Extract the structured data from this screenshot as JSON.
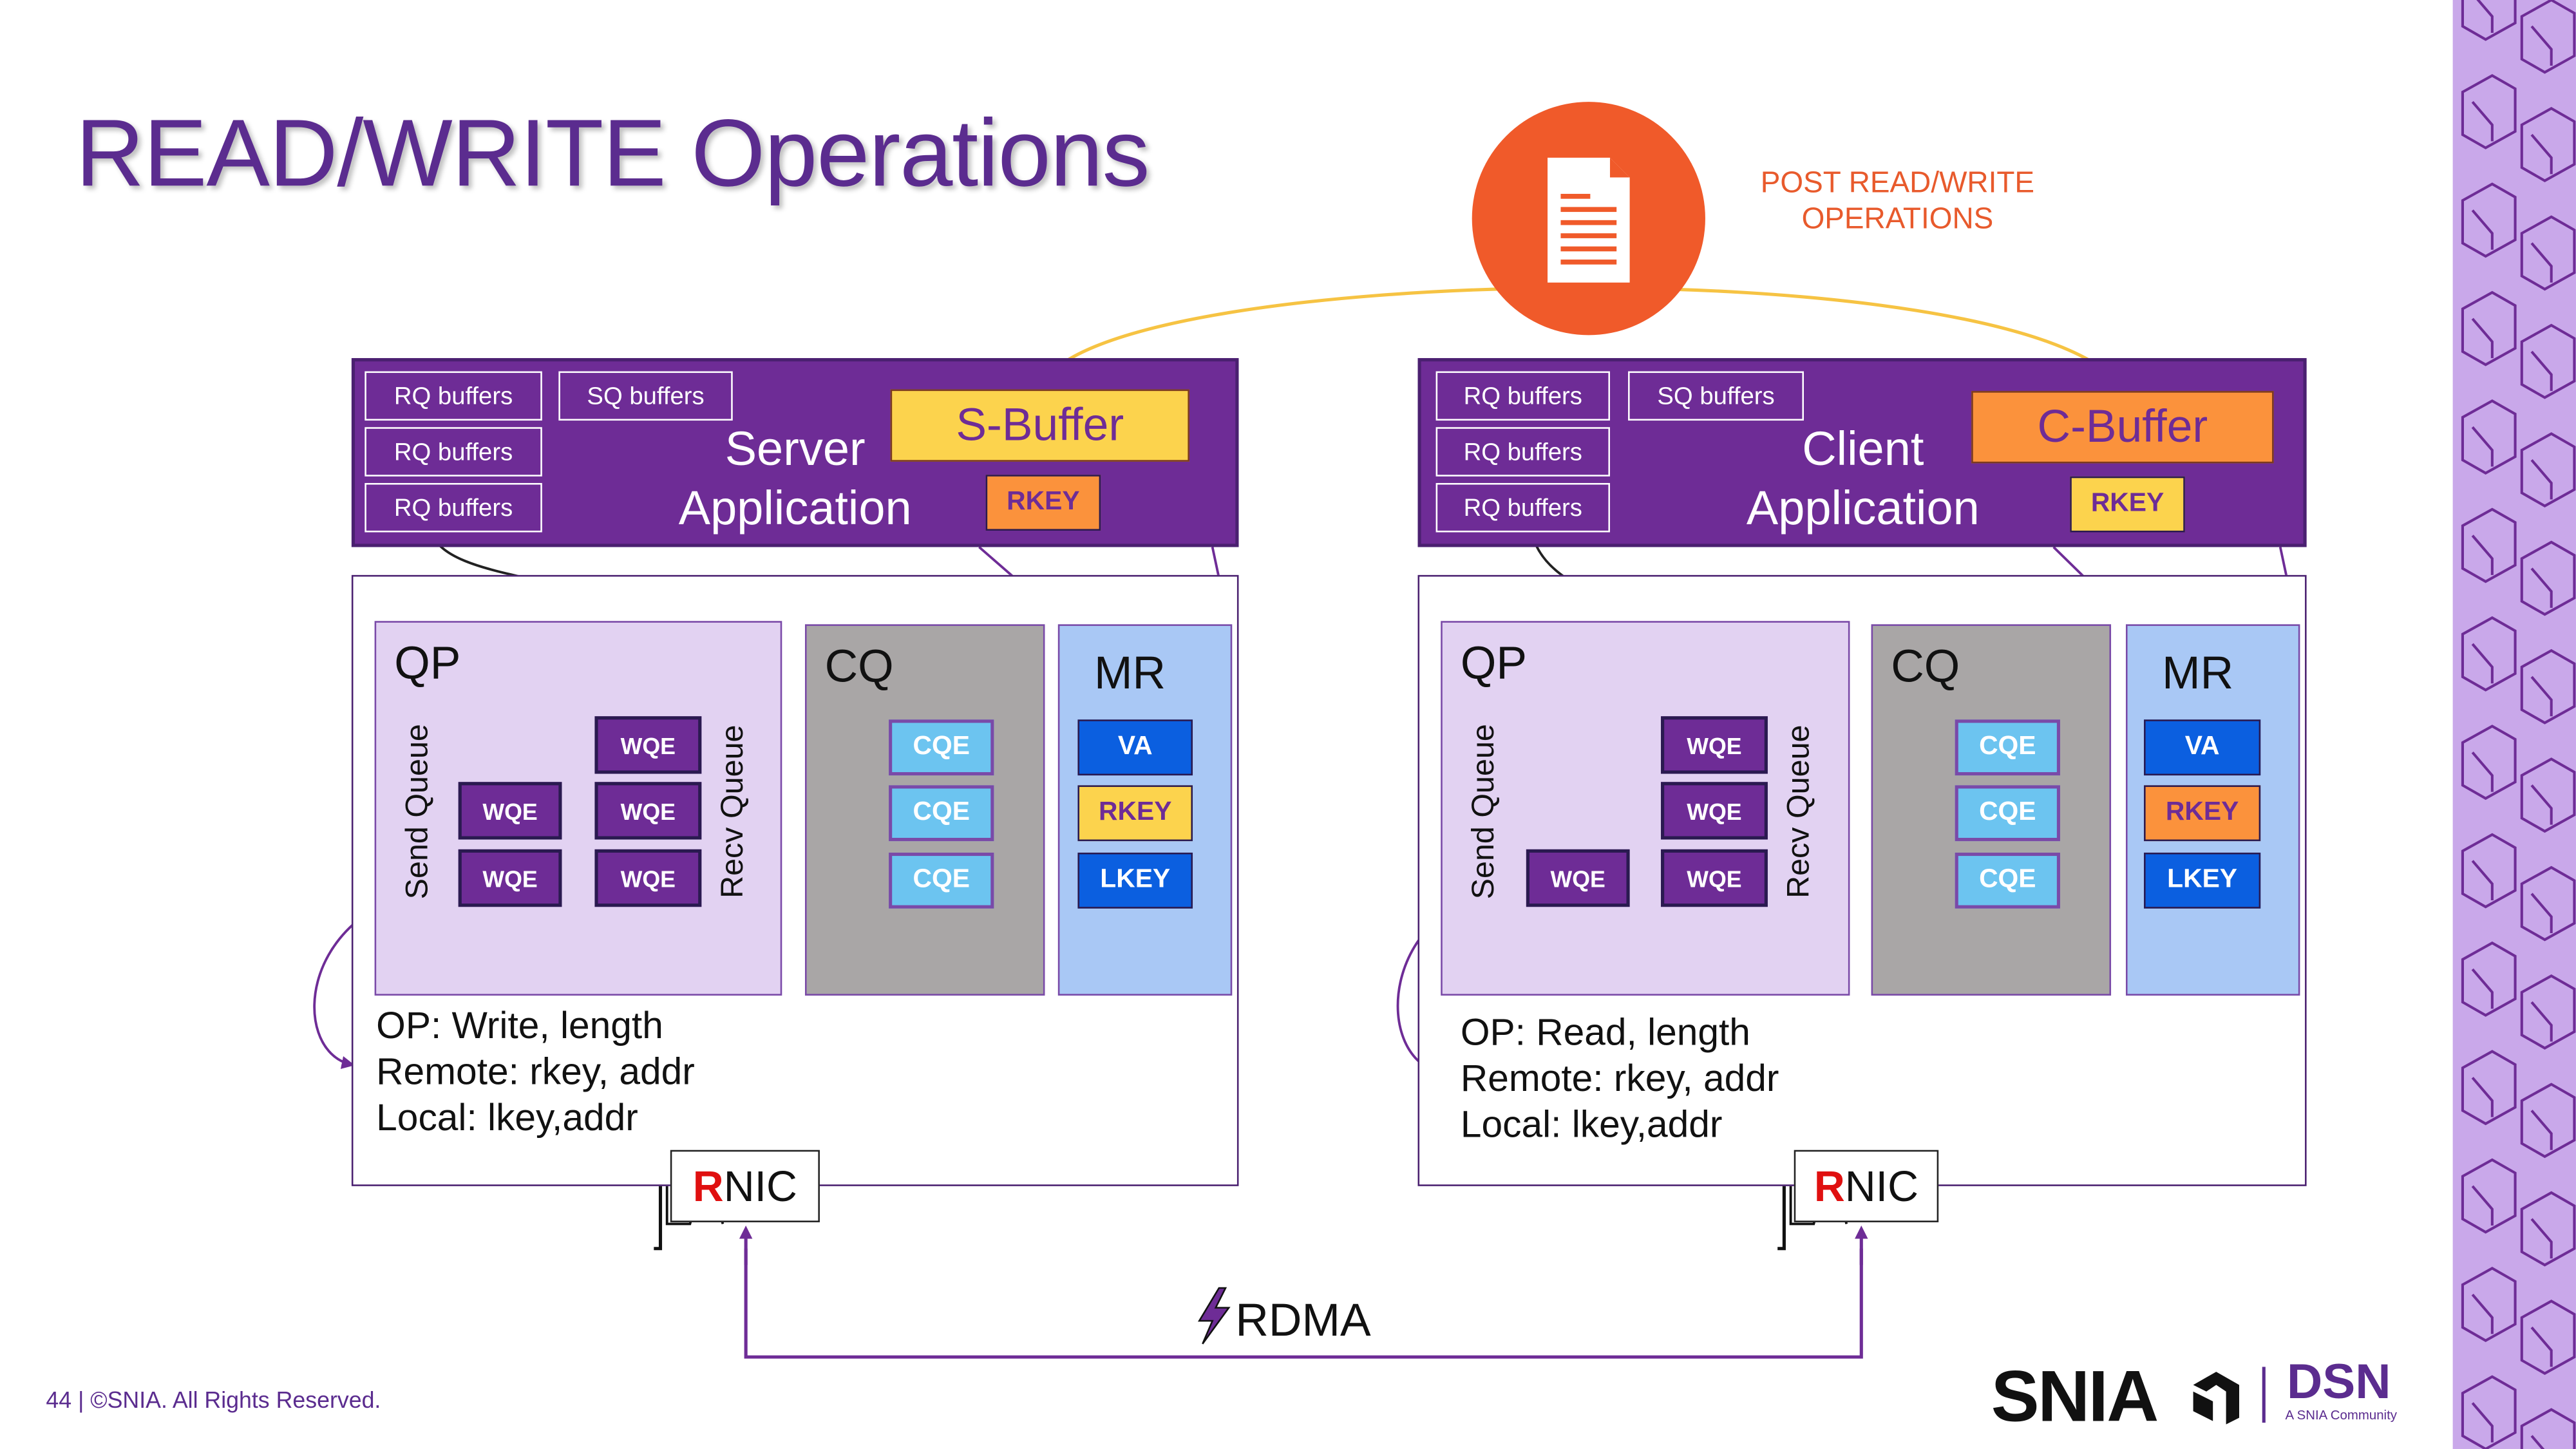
{
  "title": "READ/WRITE Operations",
  "post_label": "POST READ/WRITE OPERATIONS",
  "colors": {
    "purple": "#6e2c96",
    "orange_circle": "#f05a2a",
    "yellow_buffer": "#fcd34d",
    "orange_buffer": "#fb923c",
    "qp_bg": "#e2d2f2",
    "cq_bg": "#a9a6a6",
    "mr_bg": "#a9c8f5",
    "cqe": "#6cc4f0",
    "va_lkey": "#0b5fe0"
  },
  "icons": {
    "post": "document-icon",
    "rdma": "lightning-icon",
    "snia": "snia-logo"
  },
  "server": {
    "rq_buffers": [
      "RQ buffers",
      "RQ buffers",
      "RQ buffers"
    ],
    "sq_buffers": "SQ buffers",
    "app_label_line1": "Server",
    "app_label_line2": "Application",
    "buffer": "S-Buffer",
    "rkey": "RKEY",
    "qp": "QP",
    "cq": "CQ",
    "mr": "MR",
    "send_queue": "Send Queue",
    "recv_queue": "Recv Queue",
    "send_wqes": [
      "WQE",
      "WQE"
    ],
    "recv_wqes": [
      "WQE",
      "WQE",
      "WQE"
    ],
    "cqes": [
      "CQE",
      "CQE",
      "CQE"
    ],
    "mr_keys": [
      "VA",
      "RKEY",
      "LKEY"
    ],
    "op_lines": [
      "OP: Write, length",
      "Remote: rkey, addr",
      "Local: lkey,addr"
    ],
    "rnic_r": "R",
    "rnic_rest": "NIC"
  },
  "client": {
    "rq_buffers": [
      "RQ buffers",
      "RQ buffers",
      "RQ buffers"
    ],
    "sq_buffers": "SQ buffers",
    "app_label_line1": "Client",
    "app_label_line2": "Application",
    "buffer": "C-Buffer",
    "rkey": "RKEY",
    "qp": "QP",
    "cq": "CQ",
    "mr": "MR",
    "send_queue": "Send Queue",
    "recv_queue": "Recv Queue",
    "send_wqes": [
      "WQE"
    ],
    "recv_wqes": [
      "WQE",
      "WQE",
      "WQE"
    ],
    "cqes": [
      "CQE",
      "CQE",
      "CQE"
    ],
    "mr_keys": [
      "VA",
      "RKEY",
      "LKEY"
    ],
    "op_lines": [
      "OP: Read, length",
      "Remote: rkey, addr",
      "Local: lkey,addr"
    ],
    "rnic_r": "R",
    "rnic_rest": "NIC"
  },
  "rdma": "RDMA",
  "footer": "44 | ©SNIA. All Rights Reserved.",
  "logo": {
    "snia": "SNIA",
    "dsn": "DSN",
    "dsn_sub": "A SNIA Community"
  }
}
